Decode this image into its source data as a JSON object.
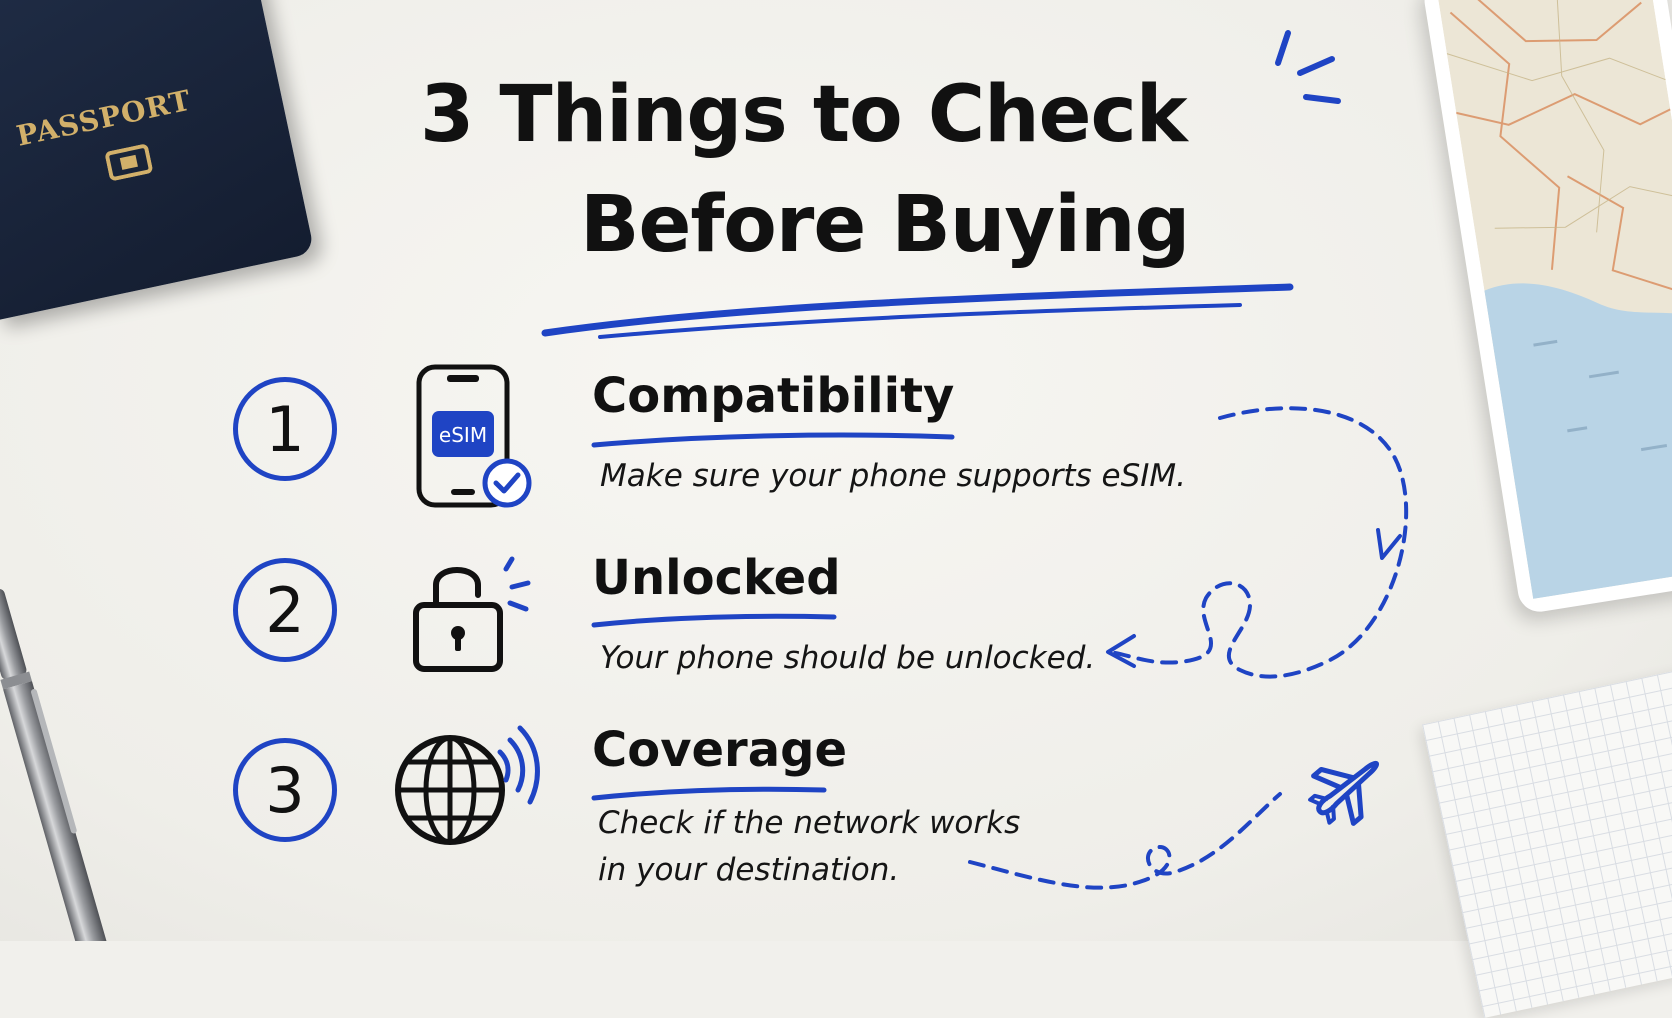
{
  "title": {
    "line1": "3 Things to Check",
    "line2": "Before Buying"
  },
  "passport": {
    "label": "PASSPORT"
  },
  "items": [
    {
      "number": "1",
      "icon": "phone-esim-check-icon",
      "icon_label": "eSIM",
      "title": "Compatibility",
      "description": "Make sure your phone supports eSIM."
    },
    {
      "number": "2",
      "icon": "unlocked-padlock-icon",
      "title": "Unlocked",
      "description": "Your phone should be unlocked."
    },
    {
      "number": "3",
      "icon": "globe-signal-icon",
      "title": "Coverage",
      "description_lines": [
        "Check if the network works",
        "in your destination."
      ]
    }
  ],
  "colors": {
    "accent_blue": "#1f44c4",
    "ink": "#111111",
    "paper": "#f4f3ef",
    "passport_navy": "#1a253b",
    "passport_gold": "#d2b06a"
  }
}
